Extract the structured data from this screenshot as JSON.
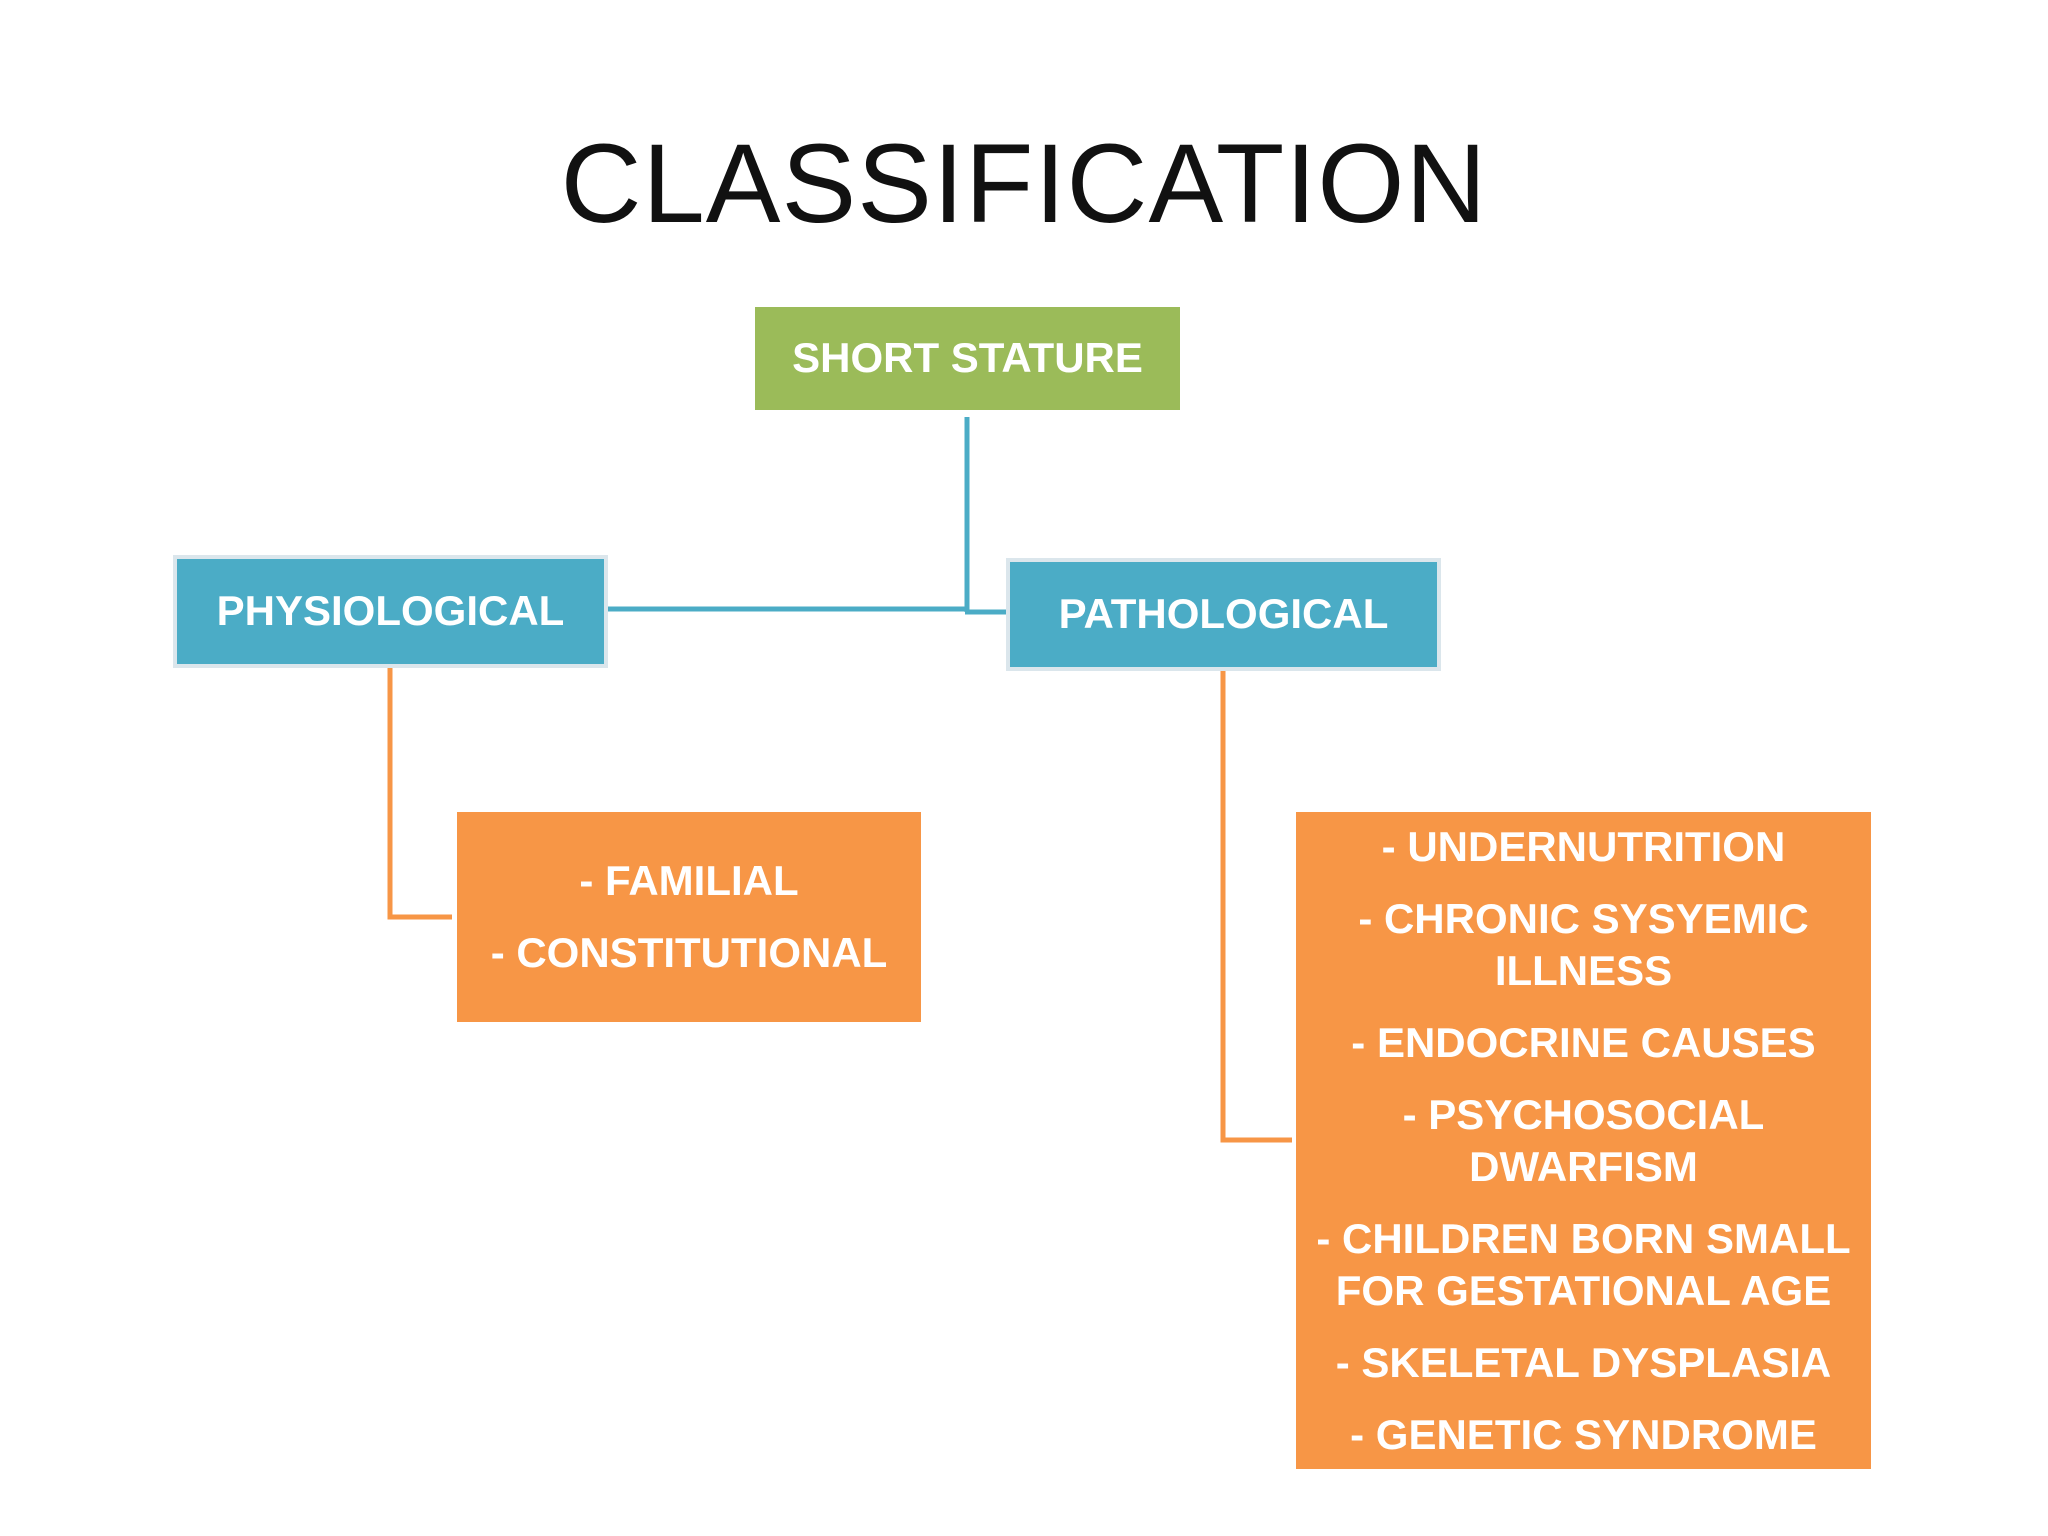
{
  "slide": {
    "title": "CLASSIFICATION"
  },
  "diagram": {
    "root": {
      "label": "SHORT STATURE"
    },
    "physiological": {
      "label": "PHYSIOLOGICAL",
      "items": [
        "- FAMILIAL",
        "- CONSTITUTIONAL"
      ]
    },
    "pathological": {
      "label": "PATHOLOGICAL",
      "items": [
        "- UNDERNUTRITION",
        "- CHRONIC SYSYEMIC ILLNESS",
        "- ENDOCRINE CAUSES",
        "- PSYCHOSOCIAL DWARFISM",
        "- CHILDREN BORN SMALL FOR GESTATIONAL AGE",
        "- SKELETAL DYSPLASIA",
        "- GENETIC SYNDROME"
      ]
    }
  },
  "colors": {
    "root_fill": "#9bbb59",
    "category_fill": "#4bacc6",
    "category_border": "#dbe6ec",
    "item_fill": "#f79646",
    "blue_connector": "#4bacc6",
    "orange_connector": "#f79646",
    "title_text": "#111111",
    "box_text": "#ffffff"
  }
}
